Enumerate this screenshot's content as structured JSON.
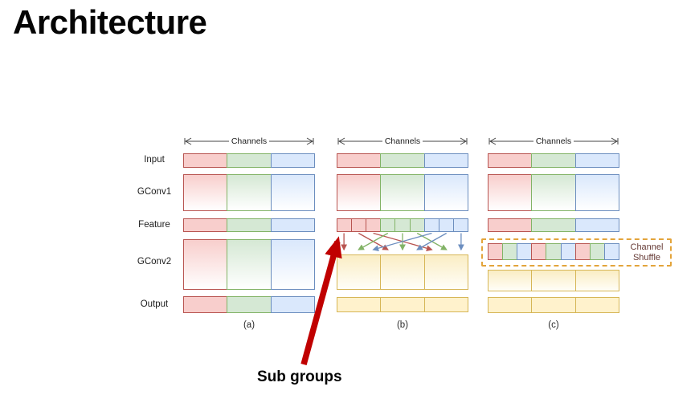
{
  "slide": {
    "title": "Architecture",
    "annotation": "Sub groups"
  },
  "labels": {
    "rows": [
      "Input",
      "GConv1",
      "Feature",
      "GConv2",
      "Output"
    ],
    "channels": "Channels",
    "panels": [
      "(a)",
      "(b)",
      "(c)"
    ],
    "channel_shuffle": [
      "Channel",
      "Shuffle"
    ]
  },
  "colors": {
    "red_fill": "#f8cecc",
    "red_stroke": "#b85450",
    "green_fill": "#d5e8d4",
    "green_stroke": "#82b366",
    "blue_fill": "#dae8fc",
    "blue_stroke": "#6c8ebf",
    "yellow_fill": "#fff2cc",
    "yellow_stroke": "#d6b656",
    "dashed_stroke": "#e3a43b",
    "shuffle_text": "#653a35",
    "big_arrow": "#c00000",
    "line": "#444444"
  },
  "channel_groups": {
    "rgb": [
      "red",
      "green",
      "blue"
    ],
    "grouped9": [
      "red",
      "red",
      "red",
      "green",
      "green",
      "green",
      "blue",
      "blue",
      "blue"
    ],
    "shuffled9": [
      "red",
      "green",
      "blue",
      "red",
      "green",
      "blue",
      "red",
      "green",
      "blue"
    ],
    "yellow3": [
      "yellow",
      "yellow",
      "yellow"
    ]
  },
  "shuffle_arrows": [
    {
      "color": "red",
      "from_cell": 0,
      "to_cell": 0
    },
    {
      "color": "red",
      "from_cell": 1,
      "to_cell": 3
    },
    {
      "color": "red",
      "from_cell": 2,
      "to_cell": 6
    },
    {
      "color": "green",
      "from_cell": 3,
      "to_cell": 1
    },
    {
      "color": "green",
      "from_cell": 4,
      "to_cell": 4
    },
    {
      "color": "green",
      "from_cell": 5,
      "to_cell": 7
    },
    {
      "color": "blue",
      "from_cell": 6,
      "to_cell": 2
    },
    {
      "color": "blue",
      "from_cell": 7,
      "to_cell": 5
    },
    {
      "color": "blue",
      "from_cell": 8,
      "to_cell": 8
    }
  ]
}
